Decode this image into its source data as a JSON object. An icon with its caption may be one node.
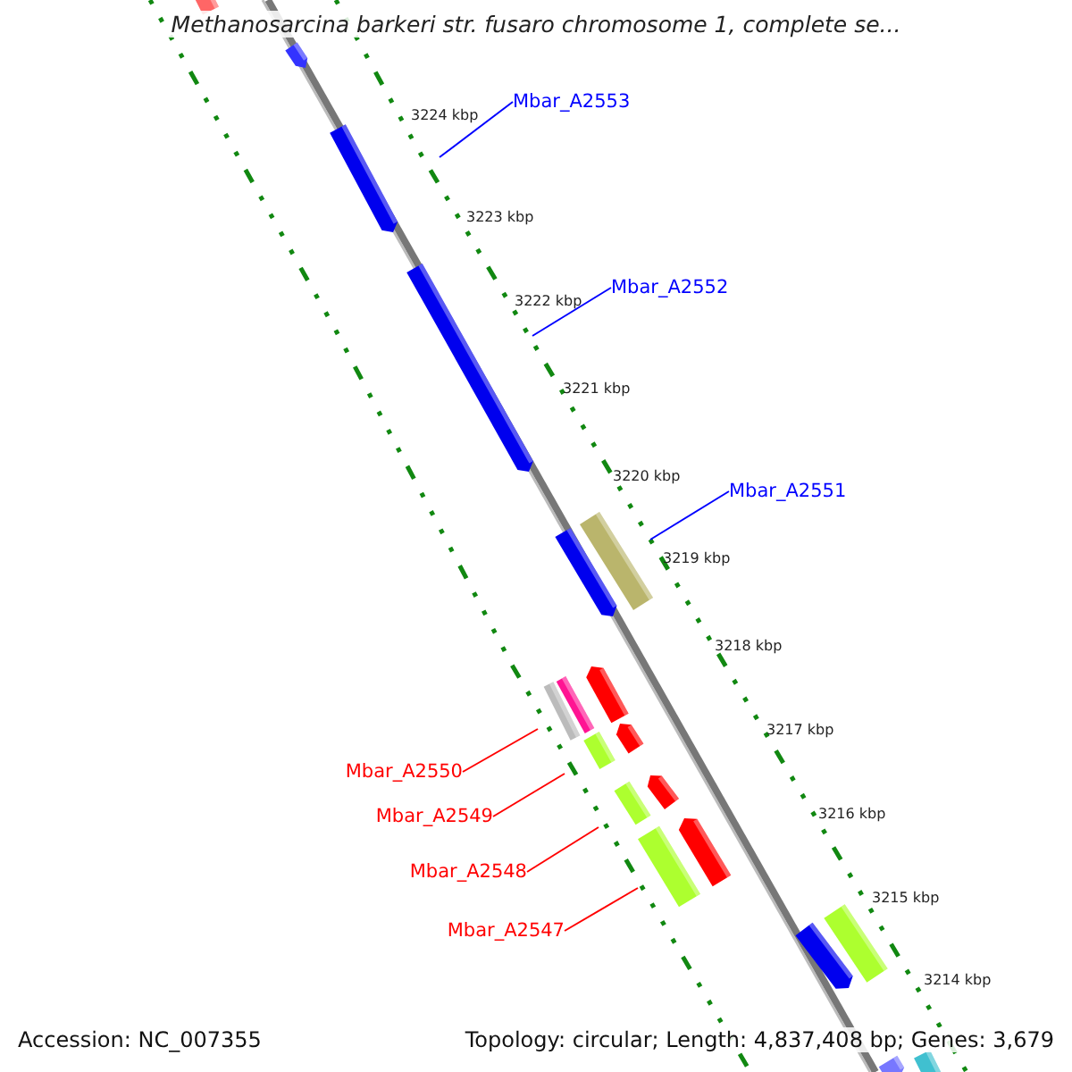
{
  "diagram": {
    "title": "Methanosarcina barkeri str. fusaro chromosome 1, complete se...",
    "nodes": [
      {
        "text": [
          "Mbar_A2553"
        ]
      },
      {
        "text": [
          "Mbar_A2552"
        ]
      },
      {
        "text": [
          "Mbar_A2551"
        ]
      },
      {
        "text": [
          "Mbar_A2550"
        ]
      },
      {
        "text": [
          "Mbar_A2549"
        ]
      },
      {
        "text": [
          "Mbar_A2548"
        ]
      },
      {
        "text": [
          "Mbar_A2547"
        ]
      }
    ],
    "edges": [
      {
        "from": 0,
        "to": null,
        "arrow": "none",
        "color": "#0000ff"
      },
      {
        "from": 1,
        "to": null,
        "arrow": "none",
        "color": "#0000ff"
      },
      {
        "from": 2,
        "to": null,
        "arrow": "none",
        "color": "#0000ff"
      },
      {
        "from": 3,
        "to": null,
        "arrow": "none"
      },
      {
        "from": 4,
        "to": null,
        "arrow": "none"
      },
      {
        "from": 5,
        "to": null,
        "arrow": "none"
      },
      {
        "from": 6,
        "to": null,
        "arrow": "none"
      }
    ],
    "labels": [
      "3224 kbp",
      "3223 kbp",
      "3222 kbp",
      "3221 kbp",
      "3220 kbp",
      "3219 kbp",
      "3218 kbp",
      "3217 kbp",
      "3216 kbp",
      "3215 kbp",
      "3214 kbp",
      "Accession: NC_007355",
      "Topology: circular; Length: 4,837,408 bp; Genes: 3,679"
    ]
  }
}
